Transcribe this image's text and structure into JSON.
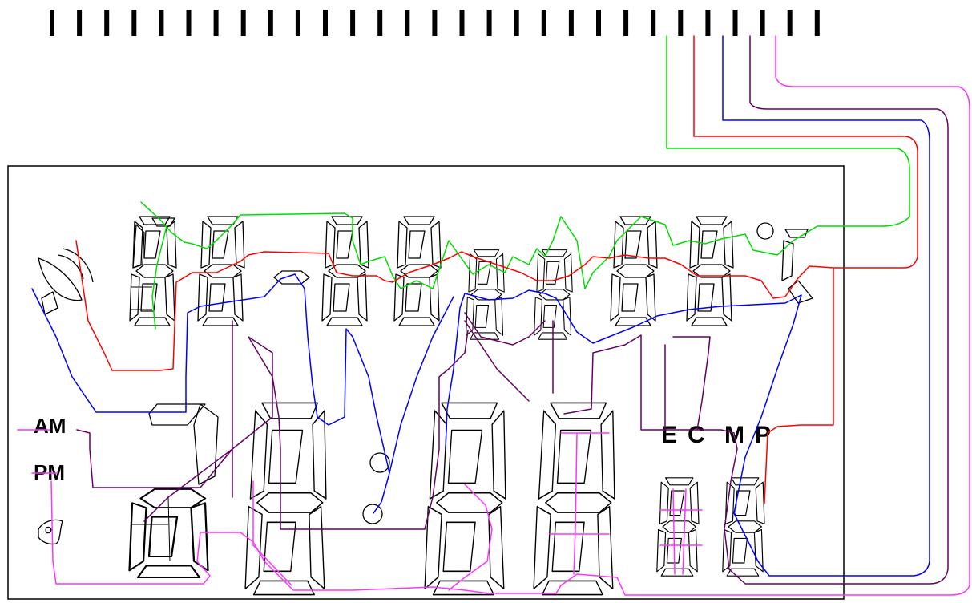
{
  "labels": {
    "am": "AM",
    "pm": "PM",
    "e": "E",
    "c": "C",
    "m": "M",
    "p": "P"
  },
  "wire_colors": {
    "green": "#00dd00",
    "red": "#ff0000",
    "blue": "#0000ff",
    "purple": "#660066",
    "magenta": "#ff33ff"
  },
  "icons": {
    "pins": "connector-pin-icon",
    "satellite": "satellite-dish-icon",
    "alarm": "alarm-bell-icon",
    "degree": "degree-symbol-icon"
  }
}
